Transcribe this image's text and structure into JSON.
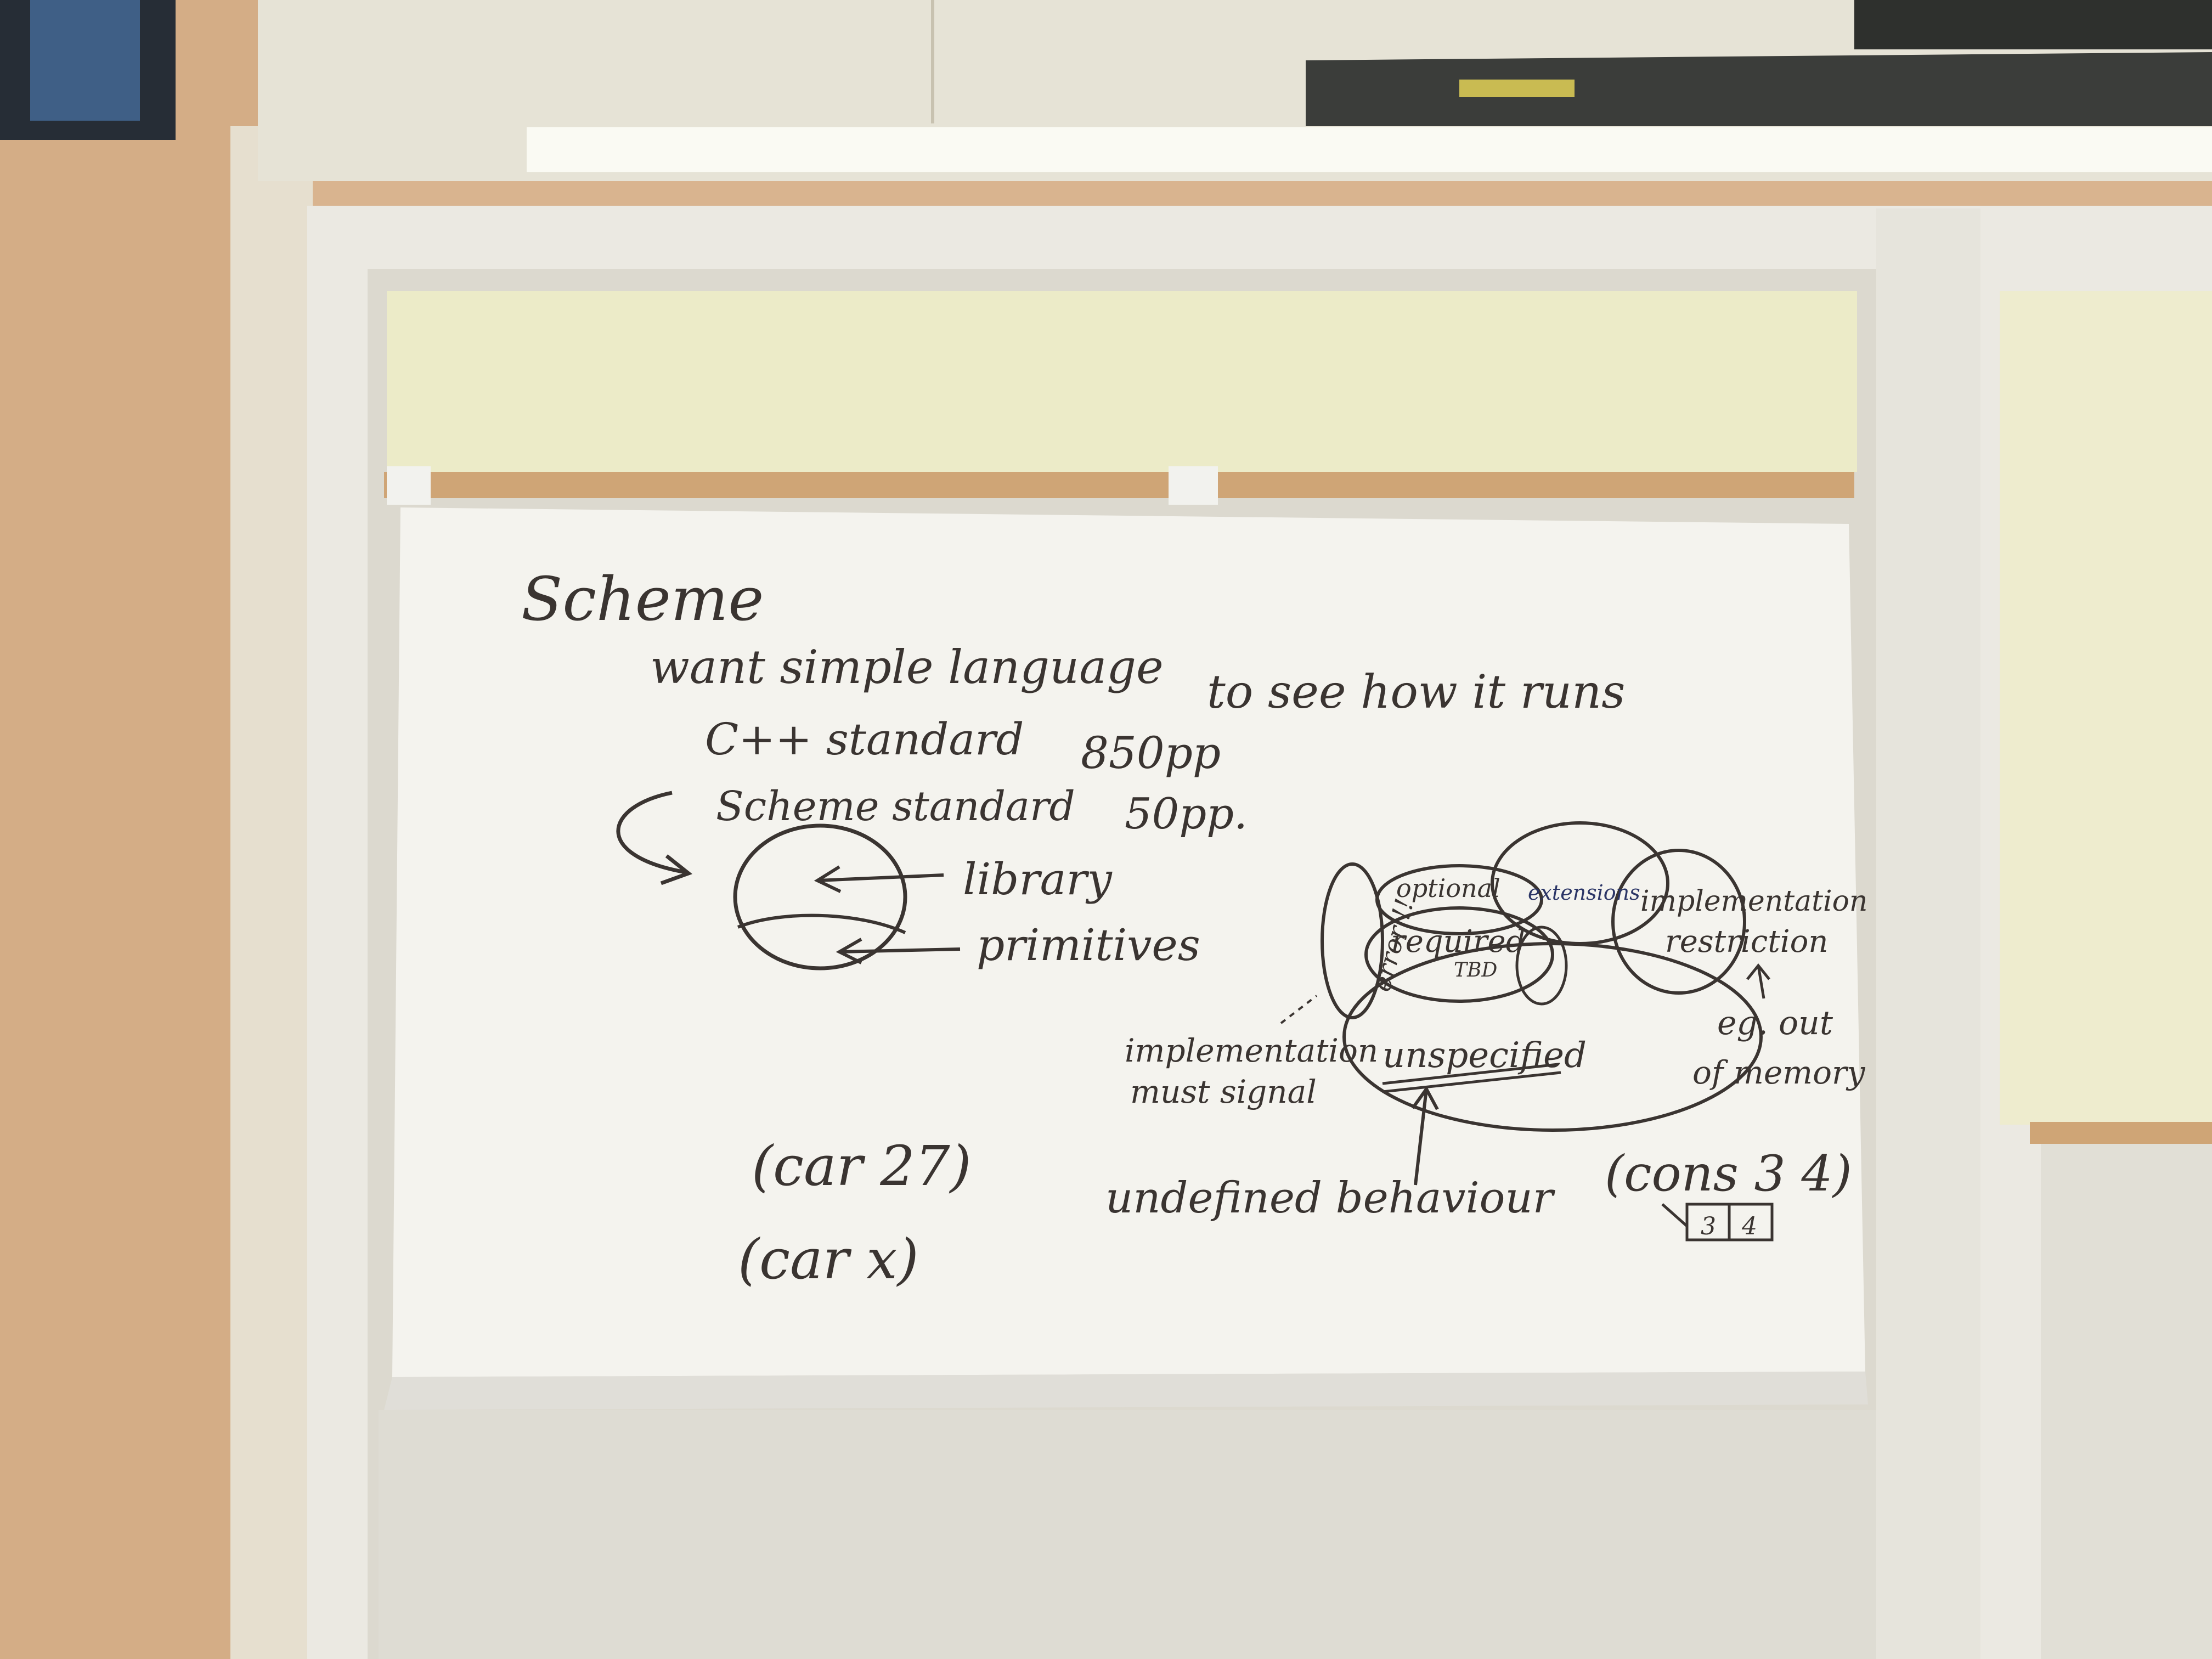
{
  "whiteboard": {
    "title": "Scheme",
    "line_want": "want simple language",
    "line_to_see": "to see how it runs",
    "cpp_standard": "C++ standard",
    "cpp_pages": "850pp",
    "scheme_standard": "Scheme standard",
    "scheme_pages": "50pp.",
    "library": "library",
    "primitives": "primitives",
    "optional": "optional",
    "extensions": "extensions",
    "required": "required",
    "tbd": "TBD",
    "error": "error !!",
    "unspecified": "unspecified",
    "implementation_restriction_1": "implementation",
    "implementation_restriction_2": "restriction",
    "eg_1": "eg. out",
    "eg_2": "of memory",
    "must_signal_1": "implementation",
    "must_signal_2": "must signal",
    "undefined_behaviour": "undefined behaviour",
    "car_27": "(car 27)",
    "car_x": "(car x)",
    "cons": "(cons 3 4)",
    "cell_left": "3",
    "cell_right": "4"
  }
}
